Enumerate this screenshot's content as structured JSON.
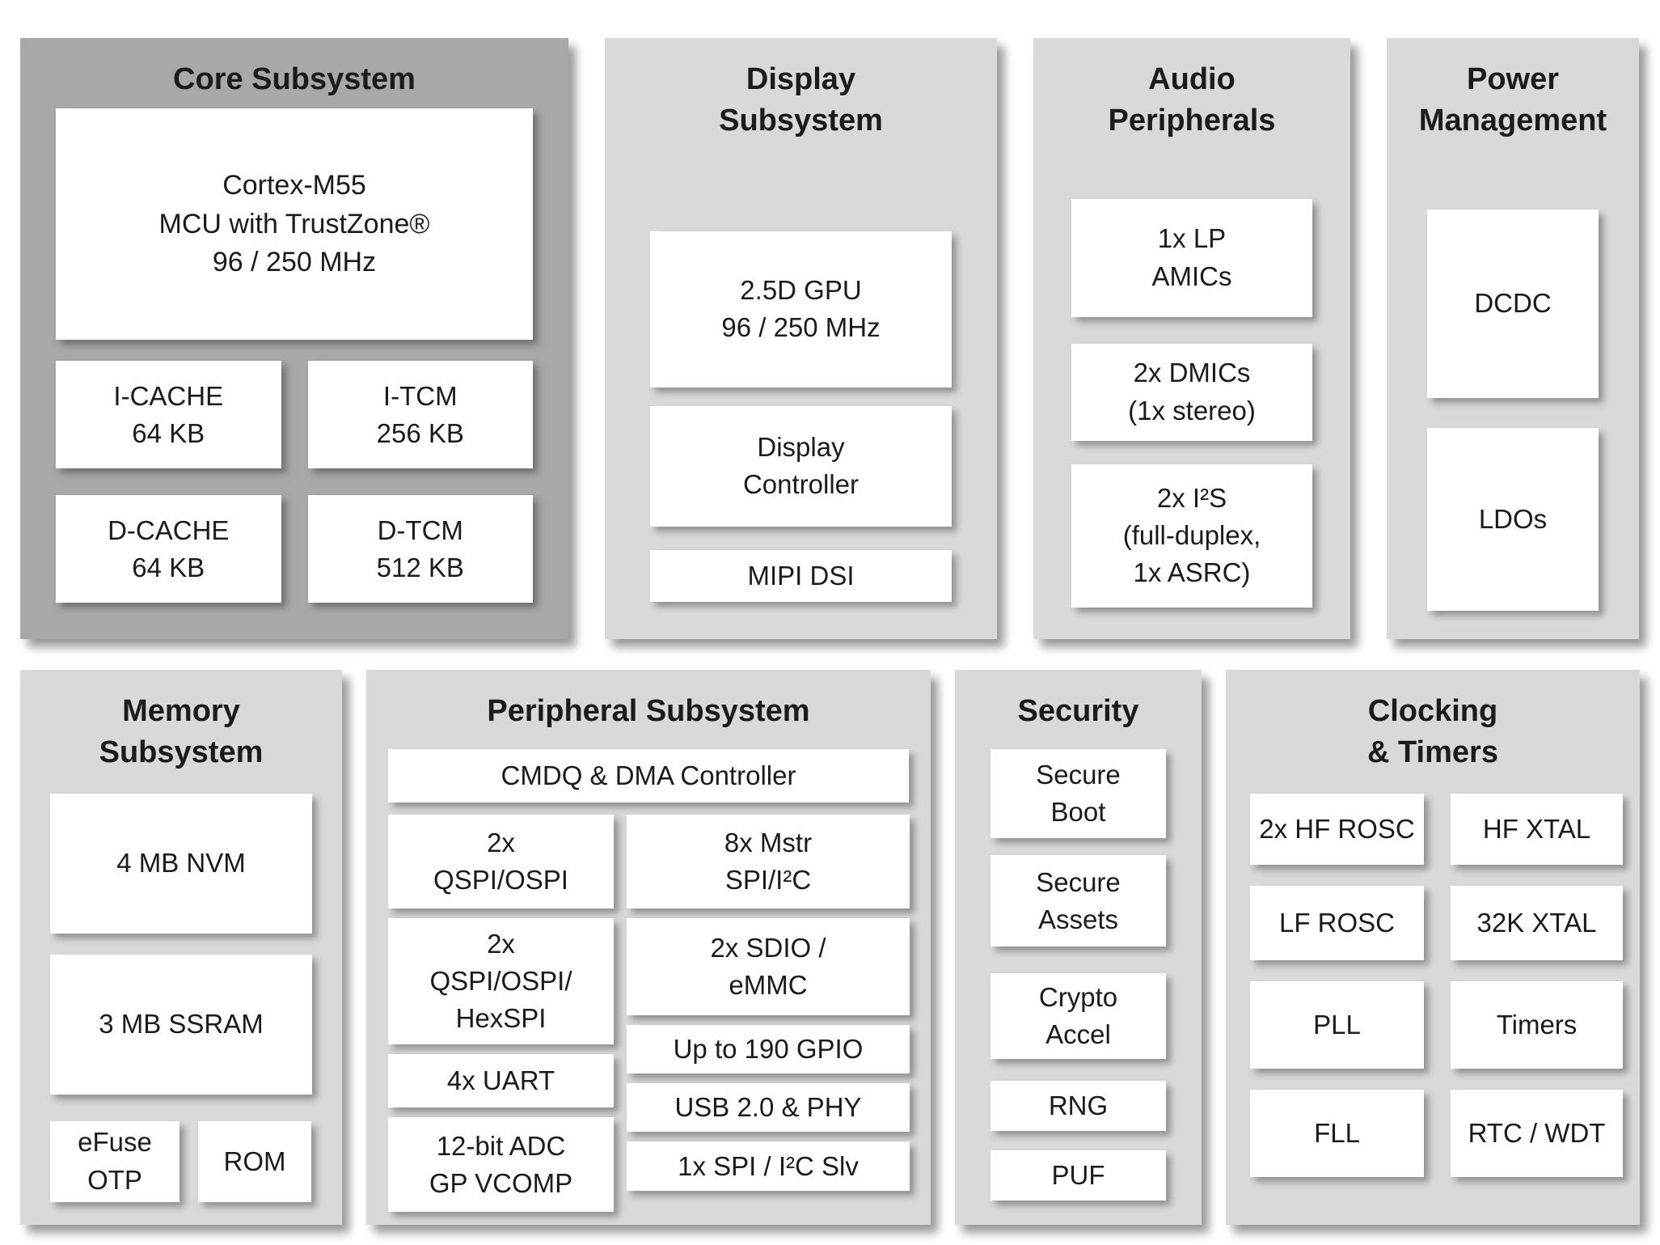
{
  "colors": {
    "panel_dark": "#a8a8a8",
    "panel_light": "#d9d9d9",
    "block_bg": "#ffffff",
    "page_bg": "#ffffff",
    "text": "#1b1b1b"
  },
  "panels": {
    "core": {
      "title": "Core Subsystem",
      "blocks": {
        "mcu": "Cortex-M55\nMCU with TrustZone®\n96 / 250 MHz",
        "icache": "I-CACHE\n64 KB",
        "itcm": "I-TCM\n256 KB",
        "dcache": "D-CACHE\n64 KB",
        "dtcm": "D-TCM\n512 KB"
      }
    },
    "display": {
      "title": "Display\nSubsystem",
      "blocks": {
        "gpu": "2.5D GPU\n96 / 250 MHz",
        "controller": "Display\nController",
        "mipi": "MIPI DSI"
      }
    },
    "audio": {
      "title": "Audio\nPeripherals",
      "blocks": {
        "amics": "1x LP\nAMICs",
        "dmics": "2x DMICs\n(1x stereo)",
        "i2s": "2x I²S\n(full-duplex,\n1x ASRC)"
      }
    },
    "power": {
      "title": "Power\nManagement",
      "blocks": {
        "dcdc": "DCDC",
        "ldos": "LDOs"
      }
    },
    "memory": {
      "title": "Memory\nSubsystem",
      "blocks": {
        "nvm": "4 MB NVM",
        "ssram": "3 MB SSRAM",
        "efuse": "eFuse\nOTP",
        "rom": "ROM"
      }
    },
    "peripheral": {
      "title": "Peripheral Subsystem",
      "blocks": {
        "cmdq": "CMDQ & DMA Controller",
        "qspi": "2x\nQSPI/OSPI",
        "hexspi": "2x\nQSPI/OSPI/\nHexSPI",
        "uart": "4x UART",
        "adc": "12-bit ADC\nGP VCOMP",
        "mstr": "8x Mstr\nSPI/I²C",
        "sdio": "2x SDIO /\neMMC",
        "gpio": "Up to 190 GPIO",
        "usb": "USB 2.0 & PHY",
        "spislv": "1x SPI / I²C Slv"
      }
    },
    "security": {
      "title": "Security",
      "blocks": {
        "boot": "Secure\nBoot",
        "assets": "Secure\nAssets",
        "crypto": "Crypto\nAccel",
        "rng": "RNG",
        "puf": "PUF"
      }
    },
    "clocking": {
      "title": "Clocking\n& Timers",
      "blocks": {
        "hfrosc": "2x HF ROSC",
        "hfxtal": "HF XTAL",
        "lfrosc": "LF ROSC",
        "xtal32k": "32K XTAL",
        "pll": "PLL",
        "timers": "Timers",
        "fll": "FLL",
        "rtc": "RTC / WDT"
      }
    }
  }
}
